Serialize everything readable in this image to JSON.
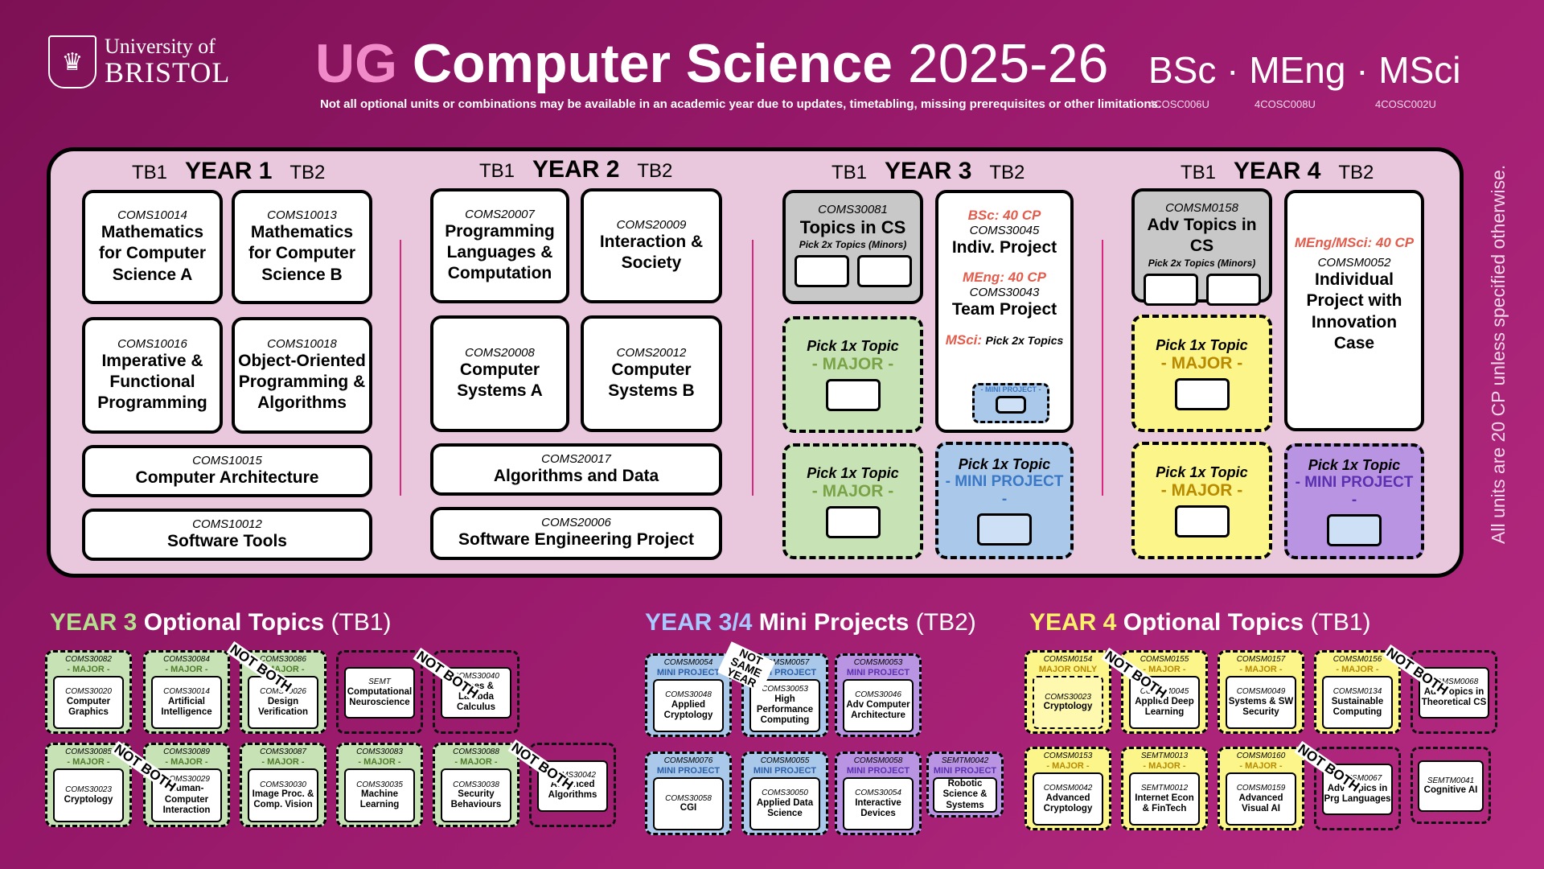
{
  "header": {
    "uni_line1": "University of",
    "uni_line2": "BRISTOL",
    "title_ug": "UG",
    "title_cs": "Computer Science",
    "title_year": "2025-26",
    "subtitle": "Not all optional units or combinations may be available in an academic year due to updates, timetabling, missing prerequisites or other limitations.",
    "degrees": "BSc · MEng · MSci",
    "codes": [
      "4COSC006U",
      "4COSC008U",
      "4COSC002U"
    ],
    "side_note": "All units are 20 CP unless specified otherwise."
  },
  "labels": {
    "tb1": "TB1",
    "tb2": "TB2",
    "year1": "YEAR 1",
    "year2": "YEAR 2",
    "year3": "YEAR 3",
    "year4": "YEAR 4",
    "pick1": "Pick 1x Topic",
    "major": "- MAJOR -",
    "mini": "- MINI PROJECT -"
  },
  "year1": {
    "u1": {
      "code": "COMS10014",
      "name": "Mathematics for Computer Science A"
    },
    "u2": {
      "code": "COMS10013",
      "name": "Mathematics for Computer Science B"
    },
    "u3": {
      "code": "COMS10016",
      "name": "Imperative & Functional Programming"
    },
    "u4": {
      "code": "COMS10018",
      "name": "Object-Oriented Programming & Algorithms"
    },
    "u5": {
      "code": "COMS10015",
      "name": "Computer Architecture"
    },
    "u6": {
      "code": "COMS10012",
      "name": "Software Tools"
    }
  },
  "year2": {
    "u1": {
      "code": "COMS20007",
      "name": "Programming Languages & Computation"
    },
    "u2": {
      "code": "COMS20009",
      "name": "Interaction & Society"
    },
    "u3": {
      "code": "COMS20008",
      "name": "Computer Systems A"
    },
    "u4": {
      "code": "COMS20012",
      "name": "Computer Systems B"
    },
    "u5": {
      "code": "COMS20017",
      "name": "Algorithms and Data"
    },
    "u6": {
      "code": "COMS20006",
      "name": "Software Engineering Project"
    }
  },
  "year3": {
    "topics": {
      "code": "COMS30081",
      "name": "Topics in CS",
      "sub": "Pick 2x Topics (Minors)"
    },
    "bsc": "BSc: 40 CP",
    "indiv_code": "COMS30045",
    "indiv_name": "Indiv. Project",
    "meng": "MEng: 40 CP",
    "team_code": "COMS30043",
    "team_name": "Team Project",
    "msci": "MSci:",
    "msci_sub": "Pick 2x Topics",
    "mini_tag": "- MINI PROJECT -"
  },
  "year4": {
    "topics": {
      "code": "COMSM0158",
      "name": "Adv Topics in CS",
      "sub": "Pick 2x Topics (Minors)"
    },
    "cp": "MEng/MSci: 40 CP",
    "proj_code": "COMSM0052",
    "proj_name": "Individual Project with Innovation Case"
  },
  "bottom": {
    "y3": {
      "a": "YEAR 3",
      "b": "Optional Topics",
      "c": "(TB1)"
    },
    "mini": {
      "a": "YEAR 3/4",
      "b": "Mini Projects",
      "c": "(TB2)"
    },
    "y4": {
      "a": "YEAR 4",
      "b": "Optional Topics",
      "c": "(TB1)"
    },
    "not_both": "NOT BOTH",
    "not_same_year": "NOT SAME YEAR",
    "y3_units": [
      {
        "c": "COMS30082",
        "tag": "- MAJOR -",
        "ic": "COMS30020",
        "nm": "Computer Graphics"
      },
      {
        "c": "COMS30084",
        "tag": "- MAJOR -",
        "ic": "COMS30014",
        "nm": "Artificial Intelligence"
      },
      {
        "c": "COMS30086",
        "tag": "- MAJOR -",
        "ic": "COMS30026",
        "nm": "Design Verification"
      },
      {
        "c": "",
        "tag": "",
        "ic": "SEMT",
        "nm": "Computational Neuroscience"
      },
      {
        "c": "",
        "tag": "",
        "ic": "COMS30040",
        "nm": "Types & Lambda Calculus"
      },
      {
        "c": "COMS30085",
        "tag": "- MAJOR -",
        "ic": "COMS30023",
        "nm": "Cryptology"
      },
      {
        "c": "COMS30089",
        "tag": "- MAJOR -",
        "ic": "COMS30029",
        "nm": "Human-Computer Interaction"
      },
      {
        "c": "COMS30087",
        "tag": "- MAJOR -",
        "ic": "COMS30030",
        "nm": "Image Proc. & Comp. Vision"
      },
      {
        "c": "COMS30083",
        "tag": "- MAJOR -",
        "ic": "COMS30035",
        "nm": "Machine Learning"
      },
      {
        "c": "COMS30088",
        "tag": "- MAJOR -",
        "ic": "COMS30038",
        "nm": "Security Behaviours"
      },
      {
        "c": "",
        "tag": "",
        "ic": "COMS30042",
        "nm": "Advanced Algorithms"
      }
    ],
    "mini_units": [
      {
        "c": "COMSM0054",
        "tag": "MINI PROJECT",
        "ic": "COMS30048",
        "nm": "Applied Cryptology"
      },
      {
        "c": "COMSM0057",
        "tag": "MINI PROJECT",
        "ic": "COMS30053",
        "nm": "High Performance Computing"
      },
      {
        "c": "COMSM0053",
        "tag": "MINI PROJECT",
        "ic": "COMS30046",
        "nm": "Adv Computer Architecture"
      },
      {
        "c": "COMSM0076",
        "tag": "MINI PROJECT",
        "ic": "COMS30058",
        "nm": "CGI"
      },
      {
        "c": "COMSM0055",
        "tag": "MINI PROJECT",
        "ic": "COMS30050",
        "nm": "Applied Data Science"
      },
      {
        "c": "COMSM0058",
        "tag": "MINI PROJECT",
        "ic": "COMS30054",
        "nm": "Interactive Devices"
      },
      {
        "c": "SEMTM0042",
        "tag": "MINI PROJECT",
        "ic": "",
        "nm": "Robotic Science & Systems"
      }
    ],
    "y4_units": [
      {
        "c": "COMSM0154",
        "tag": "MAJOR ONLY",
        "ic": "COMS30023",
        "nm": "Cryptology"
      },
      {
        "c": "COMSM0155",
        "tag": "- MAJOR -",
        "ic": "COMSM0045",
        "nm": "Applied Deep Learning"
      },
      {
        "c": "COMSM0157",
        "tag": "- MAJOR -",
        "ic": "COMSM0049",
        "nm": "Systems & SW Security"
      },
      {
        "c": "COMSM0156",
        "tag": "- MAJOR -",
        "ic": "COMSM0134",
        "nm": "Sustainable Computing"
      },
      {
        "c": "",
        "tag": "",
        "ic": "COMSM0068",
        "nm": "Adv Topics in Theoretical CS"
      },
      {
        "c": "COMSM0153",
        "tag": "- MAJOR -",
        "ic": "COMSM0042",
        "nm": "Advanced Cryptology"
      },
      {
        "c": "SEMTM0013",
        "tag": "- MAJOR -",
        "ic": "SEMTM0012",
        "nm": "Internet Econ & FinTech"
      },
      {
        "c": "COMSM0160",
        "tag": "- MAJOR -",
        "ic": "COMSM0159",
        "nm": "Advanced Visual AI"
      },
      {
        "c": "",
        "tag": "",
        "ic": "COMSM0067",
        "nm": "Adv Topics in Prg Languages"
      },
      {
        "c": "",
        "tag": "",
        "ic": "SEMTM0041",
        "nm": "Cognitive AI"
      }
    ]
  }
}
